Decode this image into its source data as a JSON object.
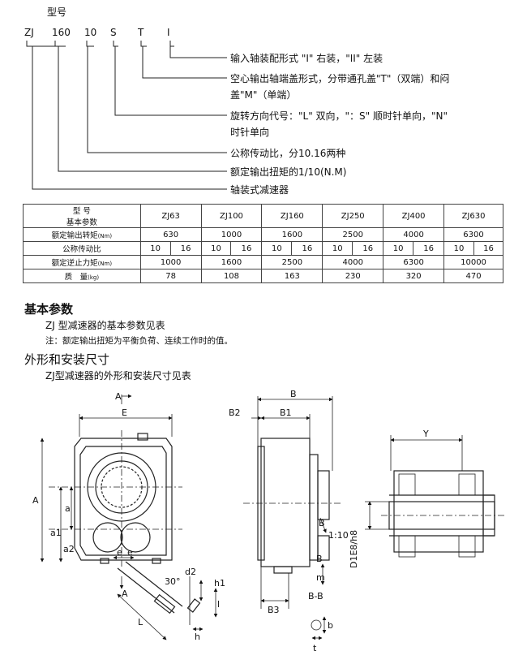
{
  "code": {
    "title": "型号",
    "parts": [
      "ZJ",
      "160",
      "10",
      "S",
      "T",
      "I"
    ],
    "descriptions": [
      "输入轴装配形式 \"I\" 右装，\"II\" 左装",
      "空心输出轴端盖形式，分带通孔盖\"T\"（双端）和闷",
      "盖\"M\"（单端）",
      "旋转方向代号：\"L\" 双向，\"：S\" 顺时针单向，\"N\"",
      "时针单向",
      "公称传动比，分10.16两种",
      "额定输出扭矩的1/10(N.M)",
      "轴装式减速器"
    ]
  },
  "table": {
    "header_top": "型 号",
    "header_bottom": "基本参数",
    "models": [
      "ZJ63",
      "ZJ100",
      "ZJ160",
      "ZJ250",
      "ZJ400",
      "ZJ630"
    ],
    "rows": {
      "torque": {
        "label": "额定输出转矩",
        "unit": "(Nm)",
        "values": [
          "630",
          "1000",
          "1600",
          "2500",
          "4000",
          "6300"
        ]
      },
      "ratio": {
        "label": "公称传动比",
        "values": [
          "10",
          "16",
          "10",
          "16",
          "10",
          "16",
          "10",
          "16",
          "10",
          "16",
          "10",
          "16"
        ]
      },
      "backstop": {
        "label": "额定逆止力矩",
        "unit": "(Nm)",
        "values": [
          "1000",
          "1600",
          "2500",
          "4000",
          "6300",
          "10000"
        ]
      },
      "mass": {
        "label": "质　量",
        "unit": "(kg)",
        "values": [
          "78",
          "108",
          "163",
          "230",
          "320",
          "470"
        ]
      }
    }
  },
  "section1": {
    "title": "基本参数",
    "text": "ZJ 型减速器的基本参数见表",
    "note": "注：额定输出扭矩为平衡负荷、连续工作时的值。"
  },
  "section2": {
    "title": "外形和安装尺寸",
    "text": "ZJ型减速器的外形和安装尺寸见表"
  },
  "drawing_labels": {
    "A_arrow": "A",
    "E": "E",
    "A": "A",
    "a": "a",
    "a1": "a1",
    "a2": "a2",
    "e": "e",
    "A2": "A",
    "L": "L",
    "angle": "30°",
    "d2": "d2",
    "h1": "h1",
    "l": "l",
    "h": "h",
    "B": "B",
    "B1": "B1",
    "B2": "B2",
    "B3": "B3",
    "Bsec": "B",
    "taper": "1:10",
    "Bv": "B",
    "m": "m",
    "BB": "B-B",
    "b": "b",
    "t": "t",
    "Y": "Y",
    "D1": "D1E8/h8"
  }
}
